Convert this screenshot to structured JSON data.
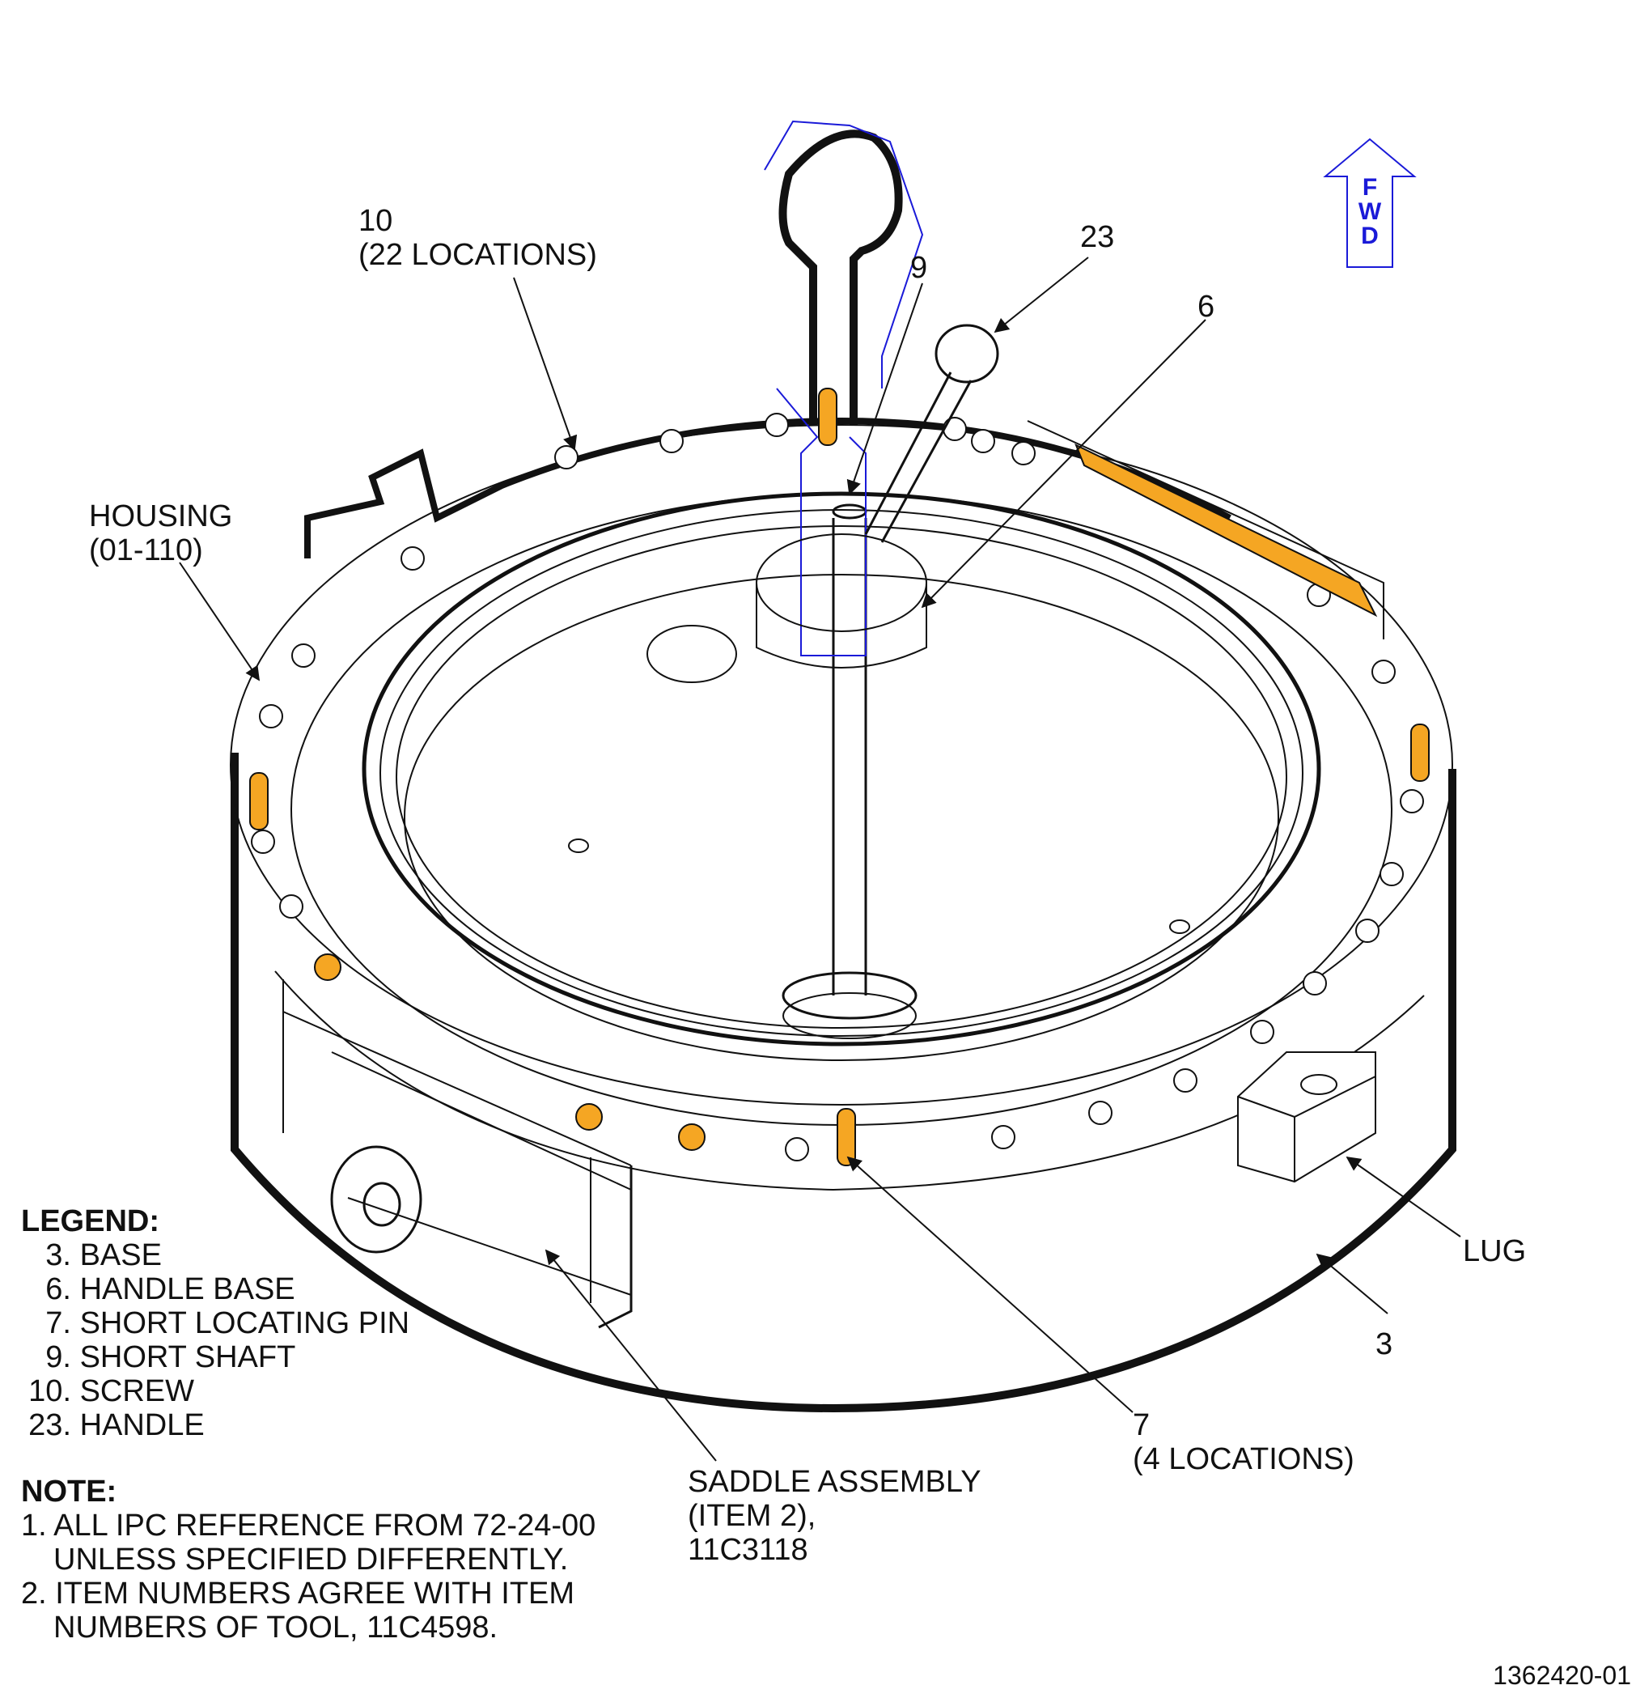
{
  "colors": {
    "line": "#111111",
    "accent": "#f5a623",
    "blue": "#1a1ad8"
  },
  "fwd_arrow": {
    "letters": [
      "F",
      "W",
      "D"
    ],
    "icon": "forward-arrow-icon"
  },
  "callouts": {
    "screw": {
      "number": "10",
      "text": "(22 LOCATIONS)"
    },
    "handle": "23",
    "short_shaft": "9",
    "handle_base": "6",
    "housing": {
      "name": "HOUSING",
      "ref": "(01-110)"
    },
    "lug": "LUG",
    "base": "3",
    "short_locating_pin": {
      "number": "7",
      "text": "(4 LOCATIONS)"
    },
    "saddle": {
      "line1": "SADDLE ASSEMBLY",
      "line2": "(ITEM 2),",
      "line3": "11C3118"
    }
  },
  "legend": {
    "title": "LEGEND:",
    "items": [
      {
        "num": "3.",
        "label": "BASE"
      },
      {
        "num": "6.",
        "label": "HANDLE BASE"
      },
      {
        "num": "7.",
        "label": "SHORT LOCATING PIN"
      },
      {
        "num": "9.",
        "label": "SHORT SHAFT"
      },
      {
        "num": "10.",
        "label": "SCREW"
      },
      {
        "num": "23.",
        "label": "HANDLE"
      }
    ]
  },
  "note": {
    "title": "NOTE:",
    "items": [
      "1. ALL IPC REFERENCE FROM 72-24-00 UNLESS SPECIFIED DIFFERENTLY.",
      "2. ITEM NUMBERS AGREE WITH ITEM NUMBERS OF TOOL, 11C4598."
    ]
  },
  "drawing_id": "1362420-01"
}
